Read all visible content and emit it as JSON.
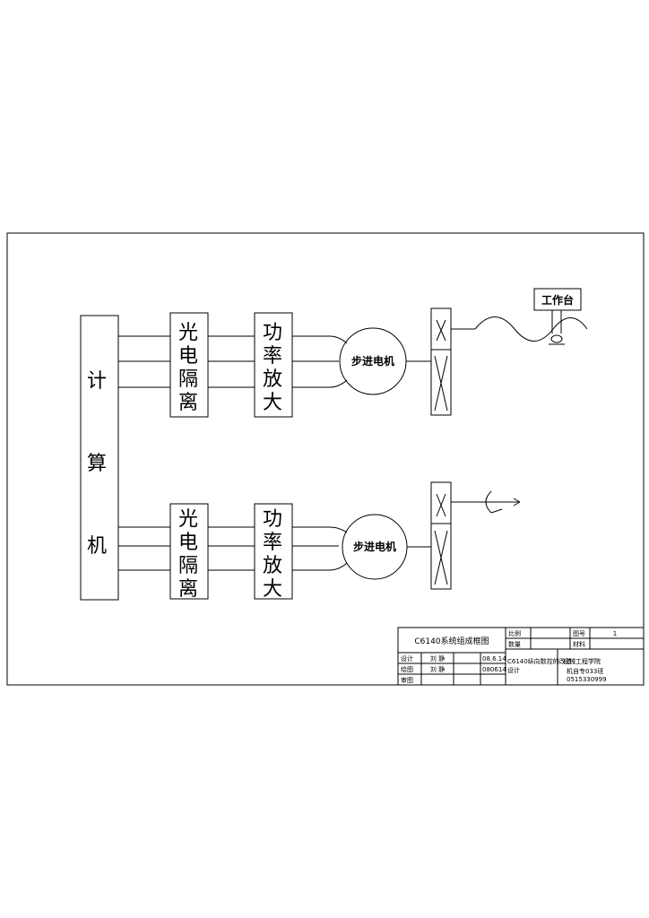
{
  "blocks": {
    "computer": [
      "计",
      "算",
      "机"
    ],
    "isolation": [
      "光",
      "电",
      "隔",
      "离"
    ],
    "amplifier": [
      "功",
      "率",
      "放",
      "大"
    ],
    "motor": "步进电机",
    "worktable": "工作台"
  },
  "title_block": {
    "drawing_title": "C6140系统组成框图",
    "scale_label": "比例",
    "quantity_label": "数量",
    "drawing_no_label": "图号",
    "drawing_no_value": "1",
    "material_label": "材料",
    "design_label": "设计",
    "designer": "刘 静",
    "design_date": "08.6.14",
    "draw_label": "绘图",
    "drafter": "刘 静",
    "draw_date": "080614",
    "review_label": "审图",
    "project": [
      "C6140纵向数控的改造",
      "设计"
    ],
    "school": "机械工程学院",
    "class": "机自专033班",
    "student_no": "0515330999"
  }
}
